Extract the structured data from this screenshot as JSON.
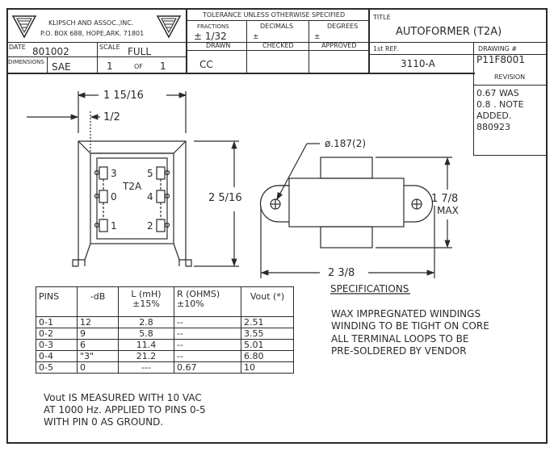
{
  "title_block": {
    "company_line1": "KLIPSCH AND ASSOC.,INC.",
    "company_line2": "P.O. BOX 688, HOPE,ARK. 71801",
    "tolerance_header": "TOLERANCE UNLESS OTHERWISE SPECIFIED",
    "fractions_label": "FRACTIONS",
    "fractions_value": "± 1/32",
    "decimals_label": "DECIMALS",
    "decimals_value": "±",
    "degrees_label": "DEGREES",
    "degrees_value": "±",
    "title_label": "TITLE",
    "title_value": "AUTOFORMER (T2A)",
    "date_label": "DATE",
    "date_value": "801002",
    "scale_label": "SCALE",
    "scale_value": "FULL",
    "drawn_label": "DRAWN",
    "drawn_value": "CC",
    "checked_label": "CHECKED",
    "approved_label": "APPROVED",
    "first_ref_label": "1st REF.",
    "first_ref_value": "3110-A",
    "drawing_label": "DRAWING #",
    "drawing_value": "P11F8001",
    "dimensions_label": "DIMENSIONS",
    "dimensions_value": "SAE",
    "sheet_value": "1",
    "sheet_of": "OF",
    "sheet_total": "1",
    "revision_label": "REVISION",
    "revision_lines": [
      "0.67 WAS",
      "0.8 . NOTE",
      "ADDED.",
      "880923"
    ]
  },
  "drawing": {
    "dim_width": "1 15/16",
    "dim_half": "1/2",
    "dim_height": "2 5/16",
    "hole_dia": "ø.187(2)",
    "dim_side_height": "1 7/8",
    "dim_side_max": "MAX",
    "dim_side_width": "2 3/8",
    "part_label": "T2A",
    "pin_labels": [
      "3",
      "0",
      "1",
      "5",
      "4",
      "2"
    ]
  },
  "pin_table": {
    "headers": [
      [
        "PINS"
      ],
      [
        "-dB"
      ],
      [
        "L (mH)",
        "±15%"
      ],
      [
        "R (OHMS)",
        "±10%"
      ],
      [
        "Vout (*)"
      ]
    ],
    "rows": [
      [
        "0-1",
        "12",
        "2.8",
        "--",
        "2.51"
      ],
      [
        "0-2",
        "9",
        "5.8",
        "--",
        "3.55"
      ],
      [
        "0-3",
        "6",
        "11.4",
        "--",
        "5.01"
      ],
      [
        "0-4",
        "\"3\"",
        "21.2",
        "--",
        "6.80"
      ],
      [
        "0-5",
        "0",
        "---",
        "0.67",
        "10"
      ]
    ]
  },
  "specifications": {
    "heading": "SPECIFICATIONS",
    "lines": [
      "WAX IMPREGNATED WINDINGS",
      "WINDING TO BE TIGHT ON CORE",
      "ALL TERMINAL LOOPS TO BE",
      "PRE-SOLDERED BY VENDOR"
    ]
  },
  "note": {
    "lines": [
      "Vout IS MEASURED WITH 10 VAC",
      "AT 1000 Hz. APPLIED TO PINS 0-5",
      "WITH PIN 0 AS GROUND."
    ]
  }
}
